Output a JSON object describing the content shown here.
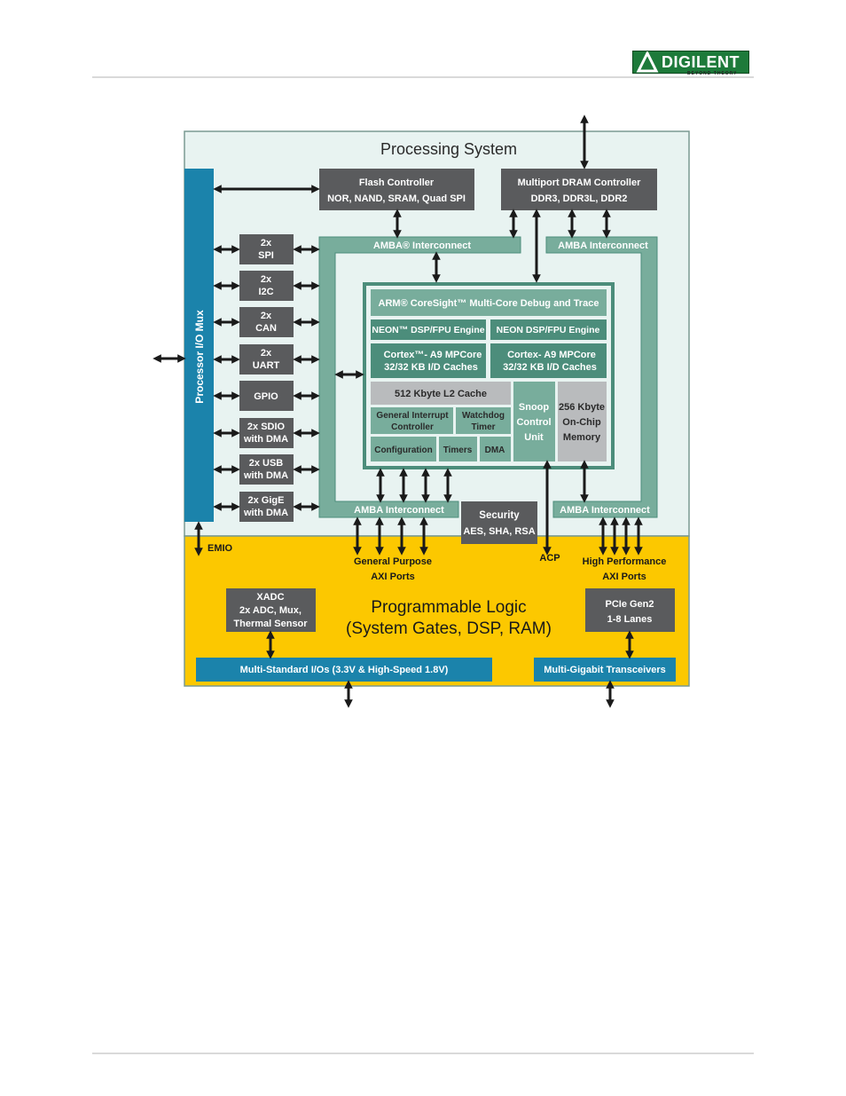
{
  "header": {
    "logo_text": "DIGILENT",
    "logo_tagline": "BEYOND THEORY"
  },
  "diagram": {
    "ps_title": "Processing System",
    "pl_title": "Programmable Logic",
    "pl_subtitle": "(System Gates, DSP, RAM)",
    "io_mux": "Processor I/O Mux",
    "flash": [
      "Flash Controller",
      "NOR, NAND, SRAM, Quad SPI"
    ],
    "dram": [
      "Multiport DRAM Controller",
      "DDR3, DDR3L, DDR2"
    ],
    "amba_top_left": "AMBA® Interconnect",
    "amba_top_right": "AMBA Interconnect",
    "amba_bottom_left": "AMBA Interconnect",
    "amba_bottom_right": "AMBA Interconnect",
    "peripherals": [
      [
        "2x",
        "SPI"
      ],
      [
        "2x",
        "I2C"
      ],
      [
        "2x",
        "CAN"
      ],
      [
        "2x",
        "UART"
      ],
      [
        "GPIO"
      ],
      [
        "2x SDIO",
        "with DMA"
      ],
      [
        "2x USB",
        "with DMA"
      ],
      [
        "2x GigE",
        "with DMA"
      ]
    ],
    "coresight": "ARM® CoreSight™ Multi-Core Debug and Trace",
    "neon_left": "NEON™ DSP/FPU Engine",
    "neon_right": "NEON DSP/FPU Engine",
    "cortex_left": [
      "Cortex™- A9 MPCore",
      "32/32 KB I/D Caches"
    ],
    "cortex_right": [
      "Cortex- A9 MPCore",
      "32/32 KB I/D Caches"
    ],
    "l2_cache": "512 Kbyte L2 Cache",
    "gic": [
      "General Interrupt",
      "Controller"
    ],
    "watchdog": [
      "Watchdog",
      "Timer"
    ],
    "config": "Configuration",
    "timers": "Timers",
    "dma": "DMA",
    "snoop": [
      "Snoop",
      "Control",
      "Unit"
    ],
    "ocm": [
      "256 Kbyte",
      "On-Chip",
      "Memory"
    ],
    "security": [
      "Security",
      "AES, SHA, RSA"
    ],
    "emio": "EMIO",
    "gp_ports": [
      "General Purpose",
      "AXI Ports"
    ],
    "acp": "ACP",
    "hp_ports": [
      "High Performance",
      "AXI Ports"
    ],
    "xadc": [
      "XADC",
      "2x ADC, Mux,",
      "Thermal Sensor"
    ],
    "pcie": [
      "PCIe Gen2",
      "1-8 Lanes"
    ],
    "multi_io": "Multi-Standard I/Os (3.3V & High-Speed 1.8V)",
    "gigabit": "Multi-Gigabit Transceivers"
  },
  "colors": {
    "ps_bg": "#e8f3f1",
    "pl_bg": "#fcc800",
    "dark_box": "#5a5b5d",
    "teal": "#78ad9c",
    "teal_dark": "#4c8d7b",
    "blue": "#1b83ab",
    "gray_light": "#b9bbbd"
  }
}
